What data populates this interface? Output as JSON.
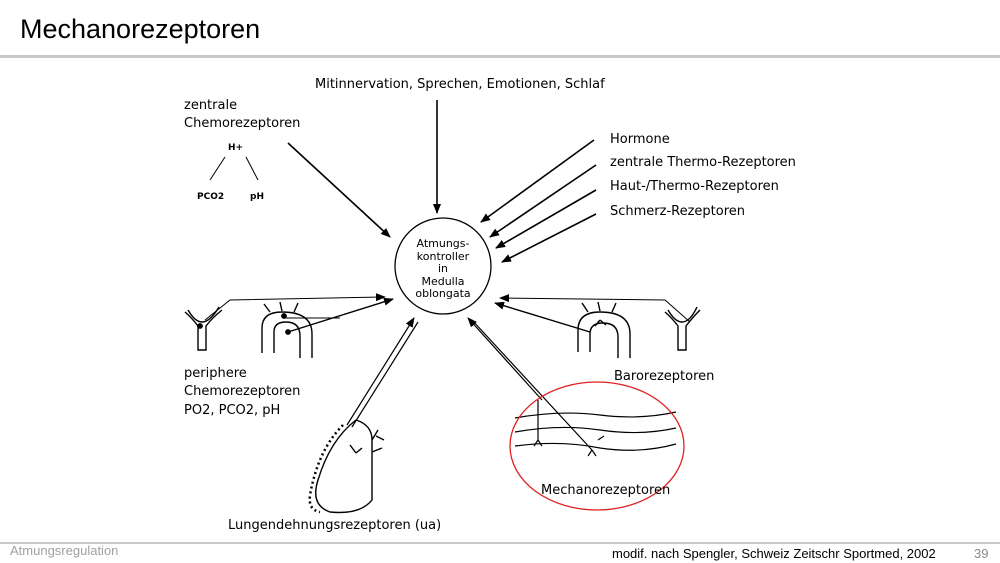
{
  "slide": {
    "title": "Mechanorezeptoren",
    "footer_left": "Atmungsregulation",
    "source": "modif. nach Spengler, Schweiz Zeitschr Sportmed, 2002",
    "page_number": "39"
  },
  "diagram": {
    "center_lines": [
      "Atmungs-",
      "kontroller",
      "in",
      "Medulla",
      "oblongata"
    ],
    "top_input": "Mitinnervation, Sprechen, Emotionen, Schlaf",
    "central_chemo": {
      "line1": "zentrale",
      "line2": "Chemorezeptoren",
      "h": "H+",
      "pco2": "PCO2",
      "ph": "pH"
    },
    "right_inputs": [
      "Hormone",
      "zentrale Thermo-Rezeptoren",
      "Haut-/Thermo-Rezeptoren",
      "Schmerz-Rezeptoren"
    ],
    "peripheral_chemo": {
      "line1": "periphere",
      "line2": "Chemorezeptoren",
      "line3": "PO2, PCO2, pH"
    },
    "baro": "Barorezeptoren",
    "lung": "Lungendehnungsrezeptoren (ua)",
    "mechano": "Mechanorezeptoren",
    "highlight_color": "#e02020"
  }
}
